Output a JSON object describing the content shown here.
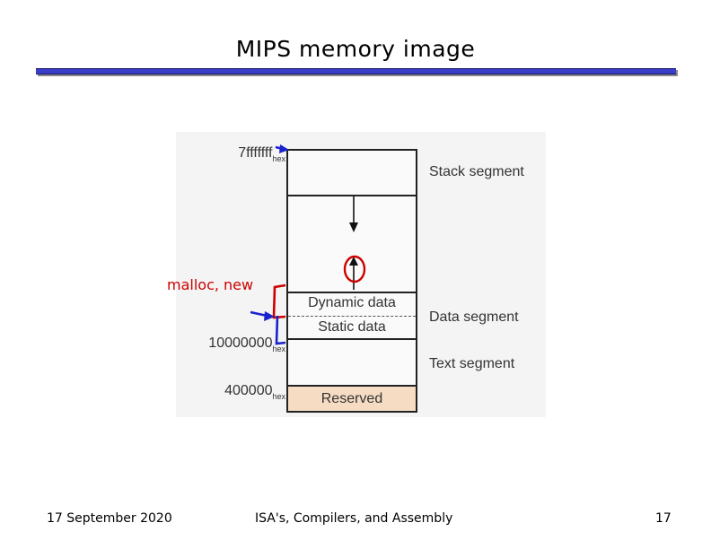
{
  "slide": {
    "title": "MIPS memory image",
    "footer_date": "17 September 2020",
    "footer_center": "ISA's, Compilers, and Assembly",
    "page_number": "17"
  },
  "memory": {
    "cells": {
      "dynamic": "Dynamic data",
      "static": "Static data",
      "reserved": "Reserved"
    },
    "segments": {
      "stack": "Stack segment",
      "data": "Data segment",
      "text": "Text segment"
    },
    "addresses": {
      "top": {
        "value": "7fffffff",
        "sub": "hex"
      },
      "data_start": {
        "value": "10000000",
        "sub": "hex"
      },
      "text_start": {
        "value": "400000",
        "sub": "hex"
      }
    },
    "colors": {
      "reserved_fill": "#f6dcc3"
    }
  },
  "annotations": {
    "malloc_label": "malloc, new",
    "colors": {
      "red": "#cc0000",
      "blue": "#1a22cc"
    }
  }
}
